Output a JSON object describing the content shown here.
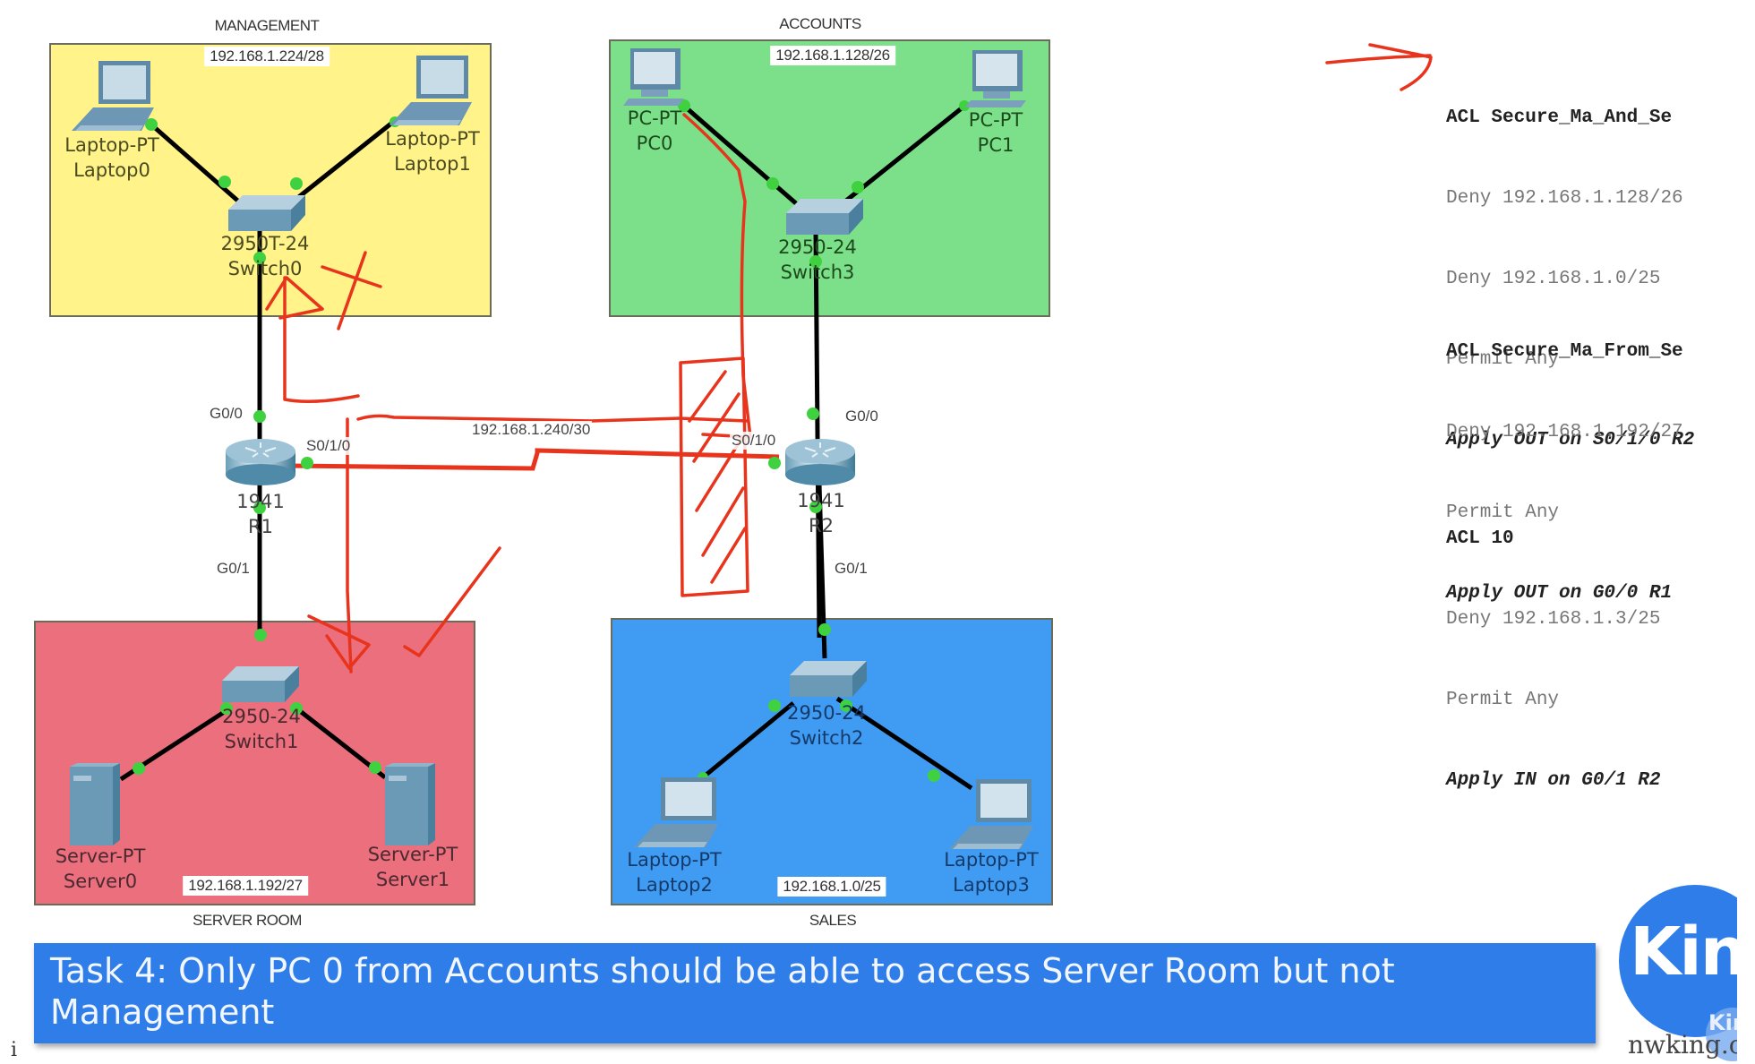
{
  "areas": {
    "management": {
      "name": "MANAGEMENT",
      "subnet": "192.168.1.224/28",
      "color": "#fff38a"
    },
    "accounts": {
      "name": "ACCOUNTS",
      "subnet": "192.168.1.128/26",
      "color": "#7ce08a"
    },
    "server_room": {
      "name": "SERVER ROOM",
      "subnet": "192.168.1.192/27",
      "color": "#ec6f7e"
    },
    "sales": {
      "name": "SALES",
      "subnet": "192.168.1.0/25",
      "color": "#3f9cf2"
    }
  },
  "devices": {
    "laptop0": {
      "model": "Laptop-PT",
      "name": "Laptop0"
    },
    "laptop1": {
      "model": "Laptop-PT",
      "name": "Laptop1"
    },
    "switch0": {
      "model": "2950T-24",
      "name": "Switch0"
    },
    "pc0": {
      "model": "PC-PT",
      "name": "PC0"
    },
    "pc1": {
      "model": "PC-PT",
      "name": "PC1"
    },
    "switch3": {
      "model": "2950-24",
      "name": "Switch3"
    },
    "r1": {
      "model": "1941",
      "name": "R1"
    },
    "r2": {
      "model": "1941",
      "name": "R2"
    },
    "switch1": {
      "model": "2950-24",
      "name": "Switch1"
    },
    "server0": {
      "model": "Server-PT",
      "name": "Server0"
    },
    "server1": {
      "model": "Server-PT",
      "name": "Server1"
    },
    "switch2": {
      "model": "2950-24",
      "name": "Switch2"
    },
    "laptop2": {
      "model": "Laptop-PT",
      "name": "Laptop2"
    },
    "laptop3": {
      "model": "Laptop-PT",
      "name": "Laptop3"
    }
  },
  "interfaces": {
    "r1_g00": "G0/0",
    "r1_s010": "S0/1/0",
    "r1_g01": "G0/1",
    "r2_g00": "G0/0",
    "r2_s010": "S0/1/0",
    "r2_g01": "G0/1"
  },
  "wan_link": {
    "subnet": "192.168.1.240/30"
  },
  "acls": [
    {
      "title": "ACL Secure_Ma_And_Se",
      "rules": [
        "Deny 192.168.1.128/26",
        "Deny 192.168.1.0/25",
        "Permit Any"
      ],
      "apply": "Apply OUT on S0/1/0 R2"
    },
    {
      "title": "ACL Secure_Ma_From_Se",
      "rules": [
        "Deny 192.168.1.192/27",
        "Permit Any"
      ],
      "apply": "Apply OUT on G0/0 R1"
    },
    {
      "title": "ACL 10",
      "rules": [
        "Deny 192.168.1.3/25",
        "Permit Any"
      ],
      "apply": "Apply IN on G0/1 R2"
    }
  ],
  "task": {
    "text": "Task 4: Only PC 0 from Accounts should be able to access Server Room but not Management"
  },
  "logo": {
    "text": "King",
    "url": "nwking.org",
    "mini": "King"
  },
  "cursor": "i",
  "colors": {
    "annotation": "#e8341c",
    "link": "#000000",
    "port_up": "#3fd13f",
    "banner": "#2f7de9"
  }
}
